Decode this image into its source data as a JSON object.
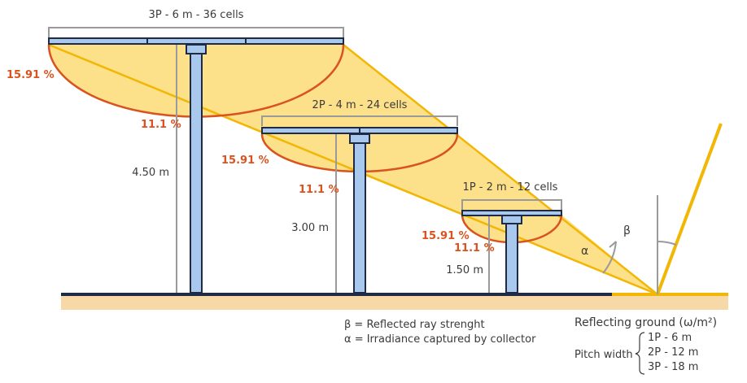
{
  "panels": [
    {
      "title": "3P - 6 m - 36 cells",
      "height_label": "4.50 m",
      "pct_outer": "15.91 %",
      "pct_inner": "11.1 %"
    },
    {
      "title": "2P - 4 m - 24 cells",
      "height_label": "3.00 m",
      "pct_outer": "15.91 %",
      "pct_inner": "11.1 %"
    },
    {
      "title": "1P - 2 m - 12 cells",
      "height_label": "1.50 m",
      "pct_outer": "15.91 %",
      "pct_inner": "11.1 %"
    }
  ],
  "angles": {
    "alpha": "α",
    "beta": "β"
  },
  "legend": {
    "beta_line": "β = Reflected ray strenght",
    "alpha_line": "α = Irradiance captured by collector"
  },
  "ground_box": {
    "title": "Reflecting ground (ω/m²)",
    "pitch_label": "Pitch width",
    "pitch_values": [
      "1P - 6 m",
      "2P - 12 m",
      "3P - 18 m"
    ]
  },
  "colors": {
    "cone_fill": "#fde08a",
    "ray_line": "#f2b705",
    "arc_orange": "#d9531e",
    "panel_blue": "#a9c8ee",
    "panel_outline": "#1f2a44",
    "ground_sand": "#f7d9a8",
    "ground_line": "#1f2a44",
    "dim_gray": "#9a9a9a"
  }
}
